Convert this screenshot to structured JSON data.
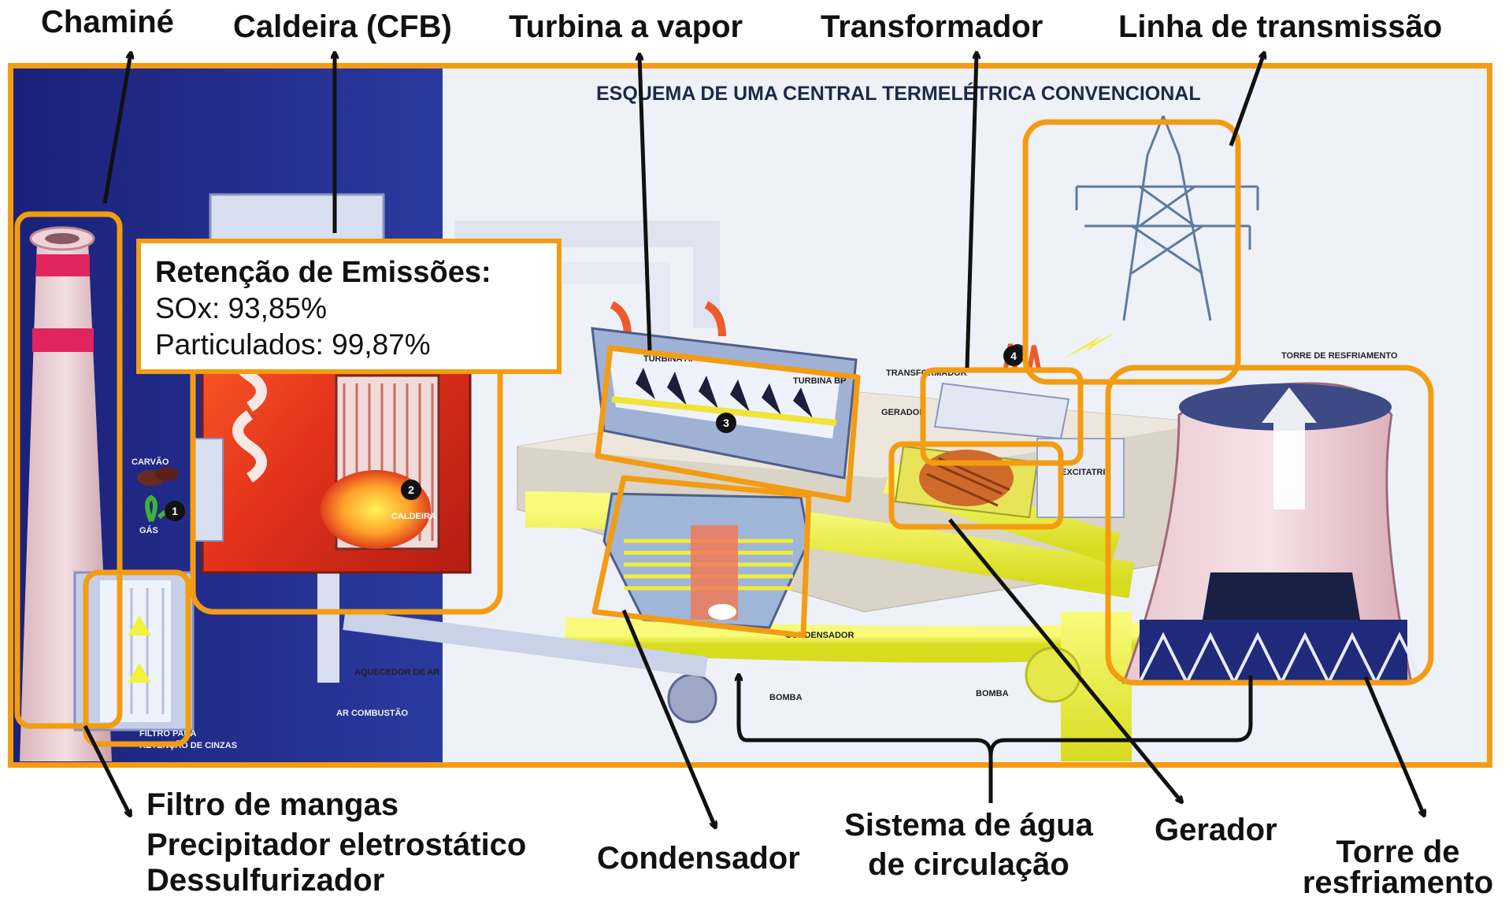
{
  "labels": {
    "chamine": "Chaminé",
    "caldeira": "Caldeira (CFB)",
    "turbina": "Turbina a vapor",
    "transformador": "Transformador",
    "linha": "Linha de transmissão",
    "filtro_lines": [
      "Filtro de mangas",
      "Precipitador eletrostático",
      "Dessulfurizador"
    ],
    "condensador": "Condensador",
    "agua_lines": [
      "Sistema de água",
      "de circulação"
    ],
    "gerador": "Gerador",
    "torre_lines": [
      "Torre de",
      "resfriamento"
    ]
  },
  "emissions": {
    "title": "Retenção de Emissões:",
    "lines": [
      "SOx: 93,85%",
      "Particulados: 99,87%"
    ]
  },
  "scene": {
    "title": "ESQUEMA DE UMA CENTRAL TERMELÉTRICA CONVENCIONAL",
    "tags": {
      "carvao": "CARVÃO",
      "gas": "GÁS",
      "caldeira": "CALDEIRA",
      "turbina_ap": "TURBINA AP",
      "turbina_bp": "TURBINA BP",
      "transformador": "TRANSFORMADOR",
      "gerador": "GERADOR",
      "excitatriz": "EXCITATRIZ",
      "torre": "TORRE DE RESFRIAMENTO",
      "condensador": "CONDENSADOR",
      "aquecedor": "AQUECEDOR DE AR",
      "ar_combustao": "AR COMBUSTÃO",
      "bomba_left": "BOMBA",
      "bomba_right": "BOMBA",
      "filtro_1": "FILTRO PARA",
      "filtro_2": "RETENÇÃO DE CINZAS"
    },
    "step_numbers": [
      "1",
      "2",
      "3",
      "4"
    ]
  },
  "colors": {
    "highlight": "#f39c12",
    "navy_panel": "#232a8a",
    "boiler_red": "#e4321c",
    "yellow_pipes": "#eef23a",
    "chimney_band": "#e0245e"
  }
}
